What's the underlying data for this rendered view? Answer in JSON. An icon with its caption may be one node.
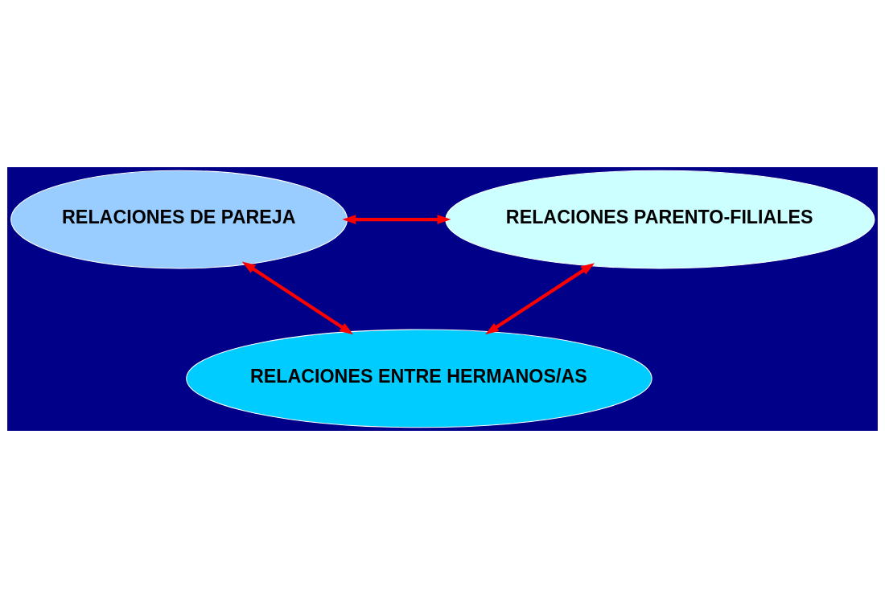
{
  "diagram": {
    "nodes": [
      {
        "text": [
          "RELACIONES DE PAREJA"
        ]
      },
      {
        "text": [
          "RELACIONES PARENTO-FILIALES"
        ]
      },
      {
        "text": [
          "RELACIONES ENTRE HERMANOS/AS"
        ]
      }
    ],
    "edges": [
      {
        "from": 0,
        "to": 1,
        "arrow": "both"
      },
      {
        "from": 0,
        "to": 2,
        "arrow": "both"
      },
      {
        "from": 1,
        "to": 2,
        "arrow": "both"
      }
    ]
  }
}
